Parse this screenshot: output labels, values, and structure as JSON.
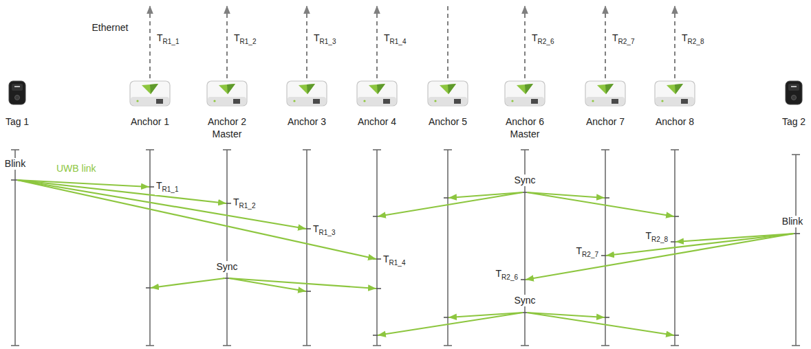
{
  "diagram": {
    "nodes": [
      {
        "text": [
          "Tag 1"
        ]
      },
      {
        "text": [
          "Anchor 1"
        ]
      },
      {
        "text": [
          "Anchor 2 Master"
        ]
      },
      {
        "text": [
          "Anchor 3"
        ]
      },
      {
        "text": [
          "Anchor 4"
        ]
      },
      {
        "text": [
          "Anchor 5"
        ]
      },
      {
        "text": [
          "Anchor 6 Master"
        ]
      },
      {
        "text": [
          "Anchor 7"
        ]
      },
      {
        "text": [
          "Anchor 8"
        ]
      },
      {
        "text": [
          "Tag 2"
        ]
      }
    ],
    "labels": [
      "Ethernet",
      "TR1_1",
      "TR1_2",
      "TR1_3",
      "TR1_4",
      "TR2_6",
      "TR2_7",
      "TR2_8",
      "Blink",
      "UWB link",
      "TR1_1",
      "TR1_2",
      "TR1_3",
      "TR1_4",
      "Sync",
      "Sync",
      "TR2_8",
      "TR2_7",
      "TR2_6",
      "Blink",
      "Sync"
    ]
  }
}
